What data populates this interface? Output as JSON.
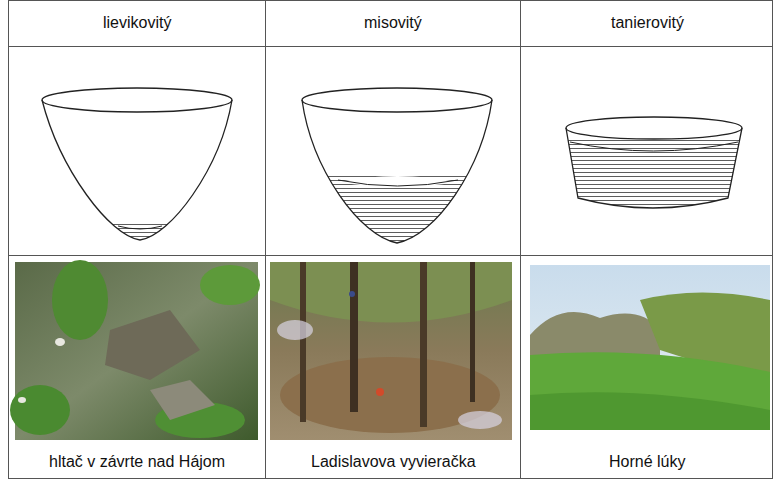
{
  "diagram": {
    "labels": [
      "lievikovitý",
      "misovitý",
      "tanierovitý",
      "hltač v závrte nad Hájom",
      "Ladislavova vyvieračka",
      "Horné lúky"
    ]
  }
}
